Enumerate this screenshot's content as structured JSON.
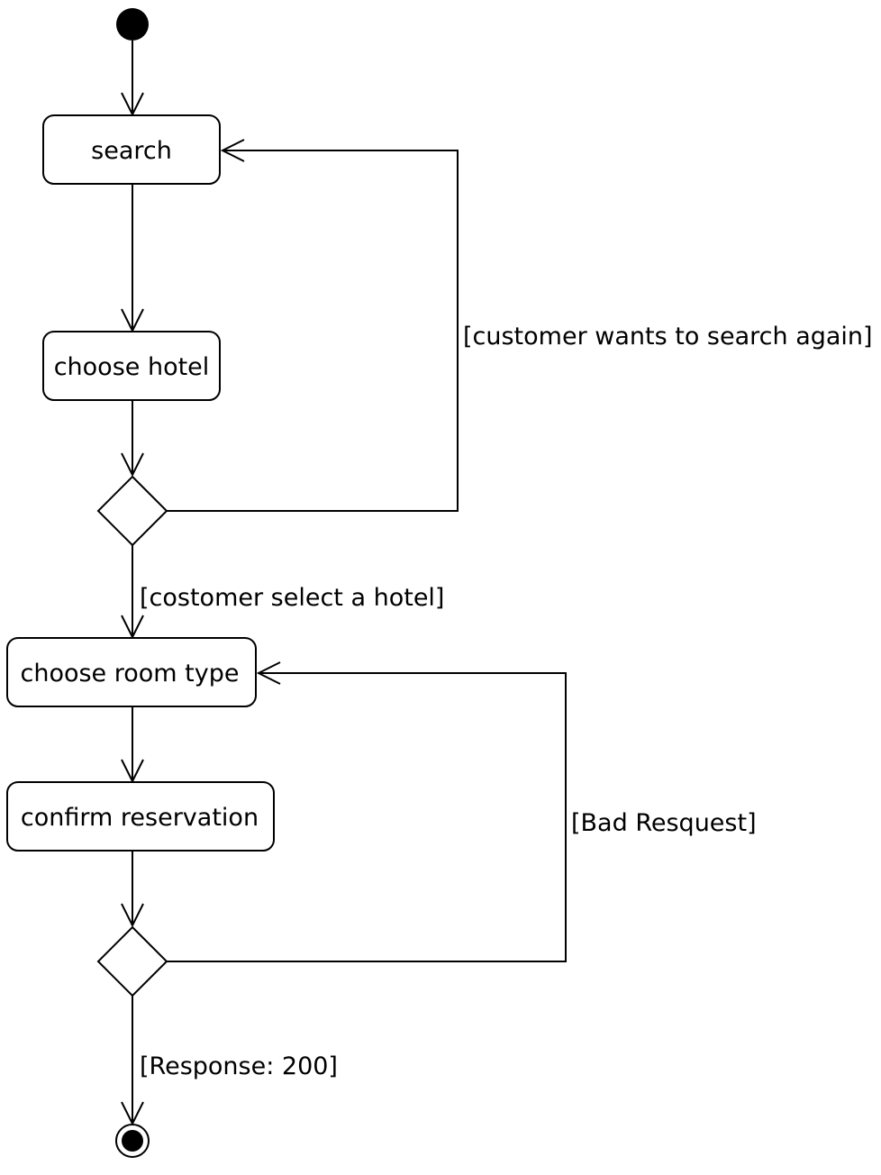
{
  "diagram": {
    "type": "uml-activity",
    "actions": {
      "search": "search",
      "choose_hotel": "choose hotel",
      "choose_room_type": "choose room type",
      "confirm_reservation": "confirm reservation"
    },
    "guards": {
      "search_again": "[customer wants to search again]",
      "select_hotel": "[costomer select a hotel]",
      "bad_request": "[Bad Resquest]",
      "response_200": "[Response: 200]"
    },
    "flows": [
      {
        "from": "initial",
        "to": "search"
      },
      {
        "from": "search",
        "to": "choose_hotel"
      },
      {
        "from": "choose_hotel",
        "to": "decision_1"
      },
      {
        "from": "decision_1",
        "to": "search",
        "guard": "search_again"
      },
      {
        "from": "decision_1",
        "to": "choose_room_type",
        "guard": "select_hotel"
      },
      {
        "from": "choose_room_type",
        "to": "confirm_reservation"
      },
      {
        "from": "confirm_reservation",
        "to": "decision_2"
      },
      {
        "from": "decision_2",
        "to": "choose_room_type",
        "guard": "bad_request"
      },
      {
        "from": "decision_2",
        "to": "final",
        "guard": "response_200"
      }
    ]
  }
}
